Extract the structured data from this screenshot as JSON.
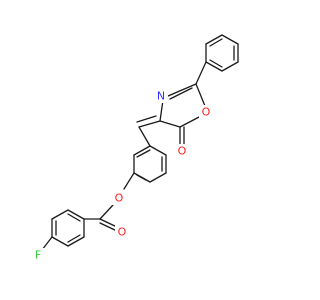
{
  "atoms": {
    "n1": {
      "label": "N",
      "color": "#3333ff"
    },
    "o_ring": {
      "label": "O",
      "color": "#ff2020"
    },
    "o_carbonyl_ring": {
      "label": "O",
      "color": "#ff2020"
    },
    "o_ester": {
      "label": "O",
      "color": "#ff2020"
    },
    "o_carbonyl_ester": {
      "label": "O",
      "color": "#ff2020"
    },
    "f1": {
      "label": "F",
      "color": "#33cc33"
    }
  },
  "colors": {
    "bond": "#1a1a1a",
    "background": "#ffffff"
  }
}
